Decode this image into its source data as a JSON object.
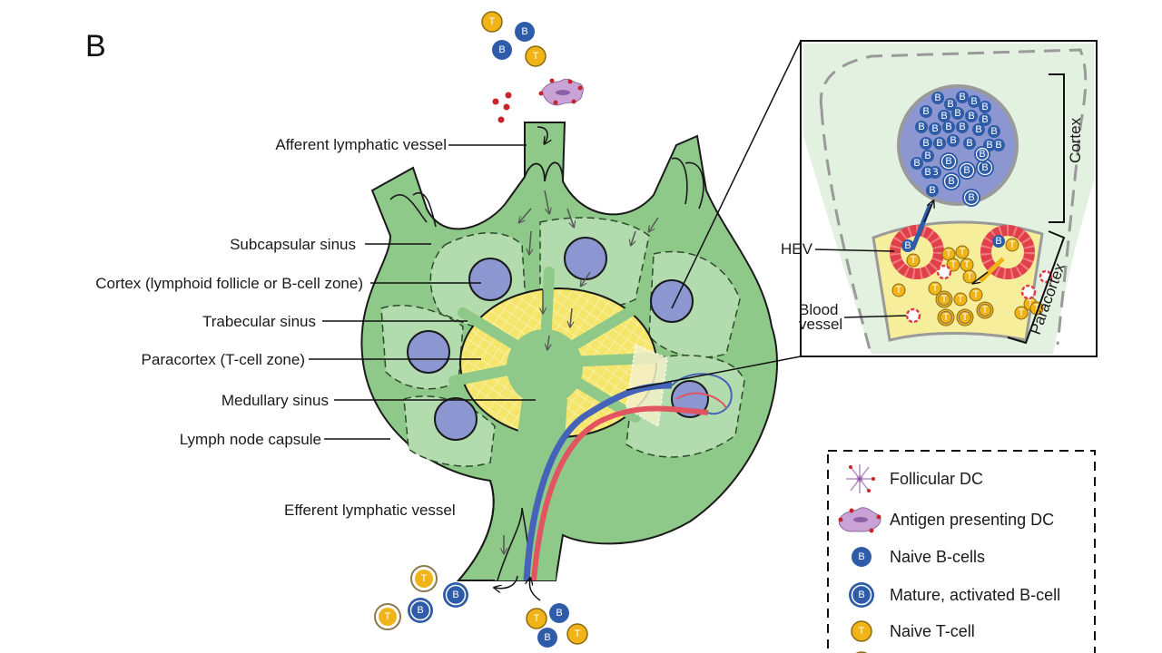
{
  "panel_label": "B",
  "labels": {
    "afferent": "Afferent lymphatic vessel",
    "subcapsular": "Subcapsular sinus",
    "cortex": "Cortex (lymphoid follicle or B-cell zone)",
    "trabecular": "Trabecular sinus",
    "paracortex": "Paracortex (T-cell zone)",
    "medullary": "Medullary sinus",
    "capsule": "Lymph node capsule",
    "efferent": "Efferent lymphatic vessel"
  },
  "inset": {
    "cortex": "Cortex",
    "paracortex": "Paracortex",
    "hev": "HEV",
    "blood_vessel_1": "Blood",
    "blood_vessel_2": "vessel"
  },
  "cell_letters": {
    "b": "B",
    "t": "T"
  },
  "legend": {
    "items": [
      {
        "icon": "follicular-dc-icon",
        "label": "Follicular DC"
      },
      {
        "icon": "antigen-presenting-dc-icon",
        "label": "Antigen presenting DC"
      },
      {
        "icon": "naive-b-cell-icon",
        "label": "Naive B-cells"
      },
      {
        "icon": "mature-b-cell-icon",
        "label": "Mature, activated B-cell"
      },
      {
        "icon": "naive-t-cell-icon",
        "label": "Naive T-cell"
      }
    ]
  },
  "colors": {
    "node_green": "#8fc98a",
    "light_green": "#b3dcae",
    "inset_bg": "#e3f1e0",
    "follicle_blue": "#8c97d1",
    "paracortex_yellow": "#f5e66b",
    "b_cell": "#2f5ca8",
    "t_cell": "#f0b418",
    "vein_blue": "#4563b8",
    "artery_red": "#e25460",
    "hev_red": "#e0404a"
  }
}
